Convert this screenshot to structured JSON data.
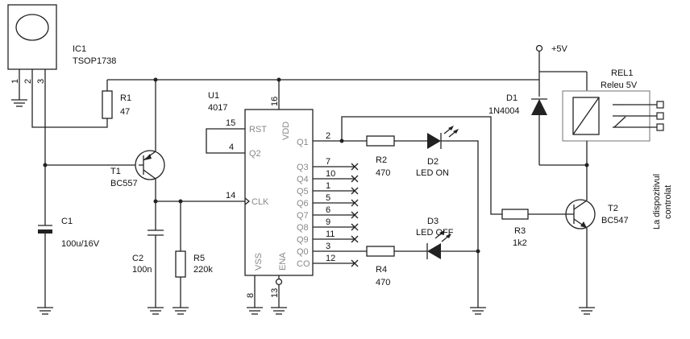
{
  "ic1": {
    "ref": "IC1",
    "value": "TSOP1738",
    "pins": [
      "1",
      "2",
      "3"
    ]
  },
  "r1": {
    "ref": "R1",
    "value": "47"
  },
  "t1": {
    "ref": "T1",
    "value": "BC557"
  },
  "c1": {
    "ref": "C1",
    "value": "100u/16V"
  },
  "c2": {
    "ref": "C2",
    "value": "100n"
  },
  "r5": {
    "ref": "R5",
    "value": "220k"
  },
  "u1": {
    "ref": "U1",
    "value": "4017",
    "left_pins": [
      {
        "name": "RST",
        "num": "15"
      },
      {
        "name": "Q2",
        "num": "4"
      },
      {
        "name": "CLK",
        "num": "14"
      }
    ],
    "top_pin": {
      "name": "VDD",
      "num": "16"
    },
    "bottom_pins": [
      {
        "name": "VSS",
        "num": "8"
      },
      {
        "name": "ENA",
        "num": "13"
      }
    ],
    "right_pins": [
      {
        "name": "Q1",
        "num": "2"
      },
      {
        "name": "Q3",
        "num": "7"
      },
      {
        "name": "Q4",
        "num": "10"
      },
      {
        "name": "Q5",
        "num": "1"
      },
      {
        "name": "Q6",
        "num": "5"
      },
      {
        "name": "Q7",
        "num": "6"
      },
      {
        "name": "Q8",
        "num": "9"
      },
      {
        "name": "Q9",
        "num": "11"
      },
      {
        "name": "Q0",
        "num": "3"
      },
      {
        "name": "CO",
        "num": "12"
      }
    ]
  },
  "r2": {
    "ref": "R2",
    "value": "470"
  },
  "d2": {
    "ref": "D2",
    "value": "LED ON"
  },
  "r4": {
    "ref": "R4",
    "value": "470"
  },
  "d3": {
    "ref": "D3",
    "value": "LED OFF"
  },
  "r3": {
    "ref": "R3",
    "value": "1k2"
  },
  "t2": {
    "ref": "T2",
    "value": "BC547"
  },
  "d1": {
    "ref": "D1",
    "value": "1N4004"
  },
  "supply": {
    "label": "+5V"
  },
  "rel1": {
    "ref": "REL1",
    "value": "Releu 5V"
  },
  "output": {
    "line1": "La dispozitivul",
    "line2": "controlat"
  }
}
